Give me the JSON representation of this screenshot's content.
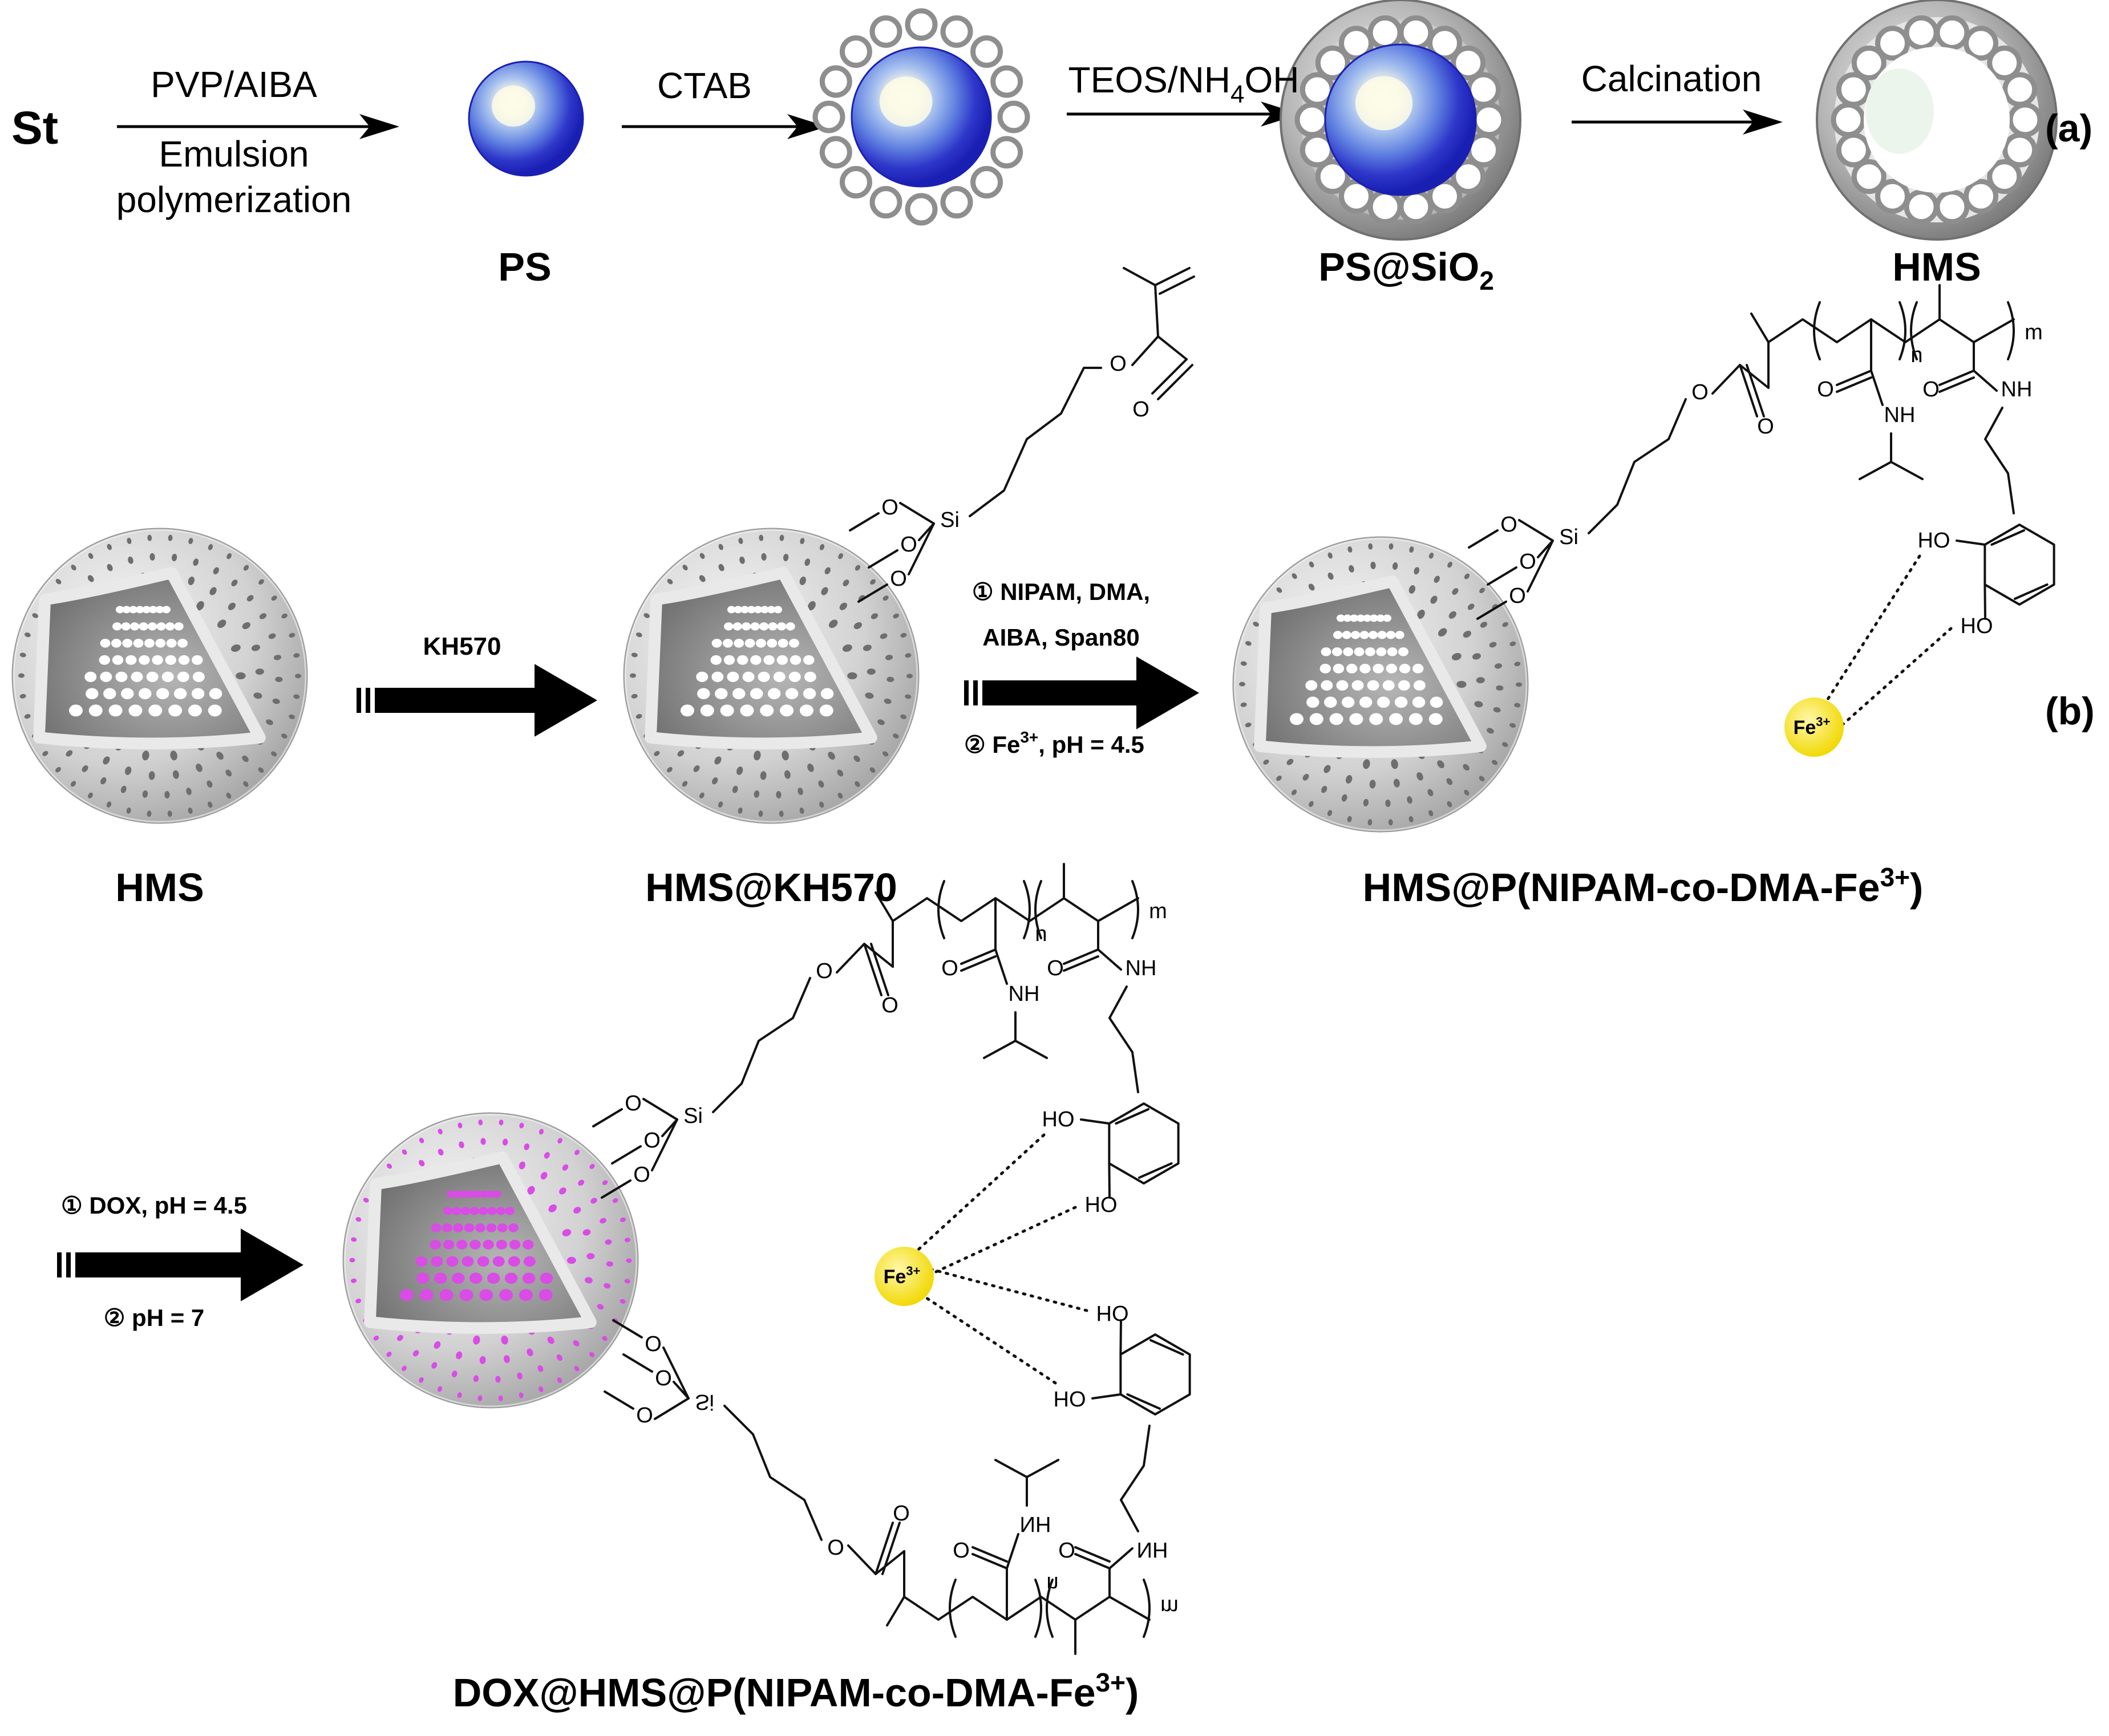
{
  "row_a": {
    "start": "St",
    "step1_top": "PVP/AIBA",
    "step1_bottom_line1": "Emulsion",
    "step1_bottom_line2": "polymerization",
    "ps_label": "PS",
    "step2_top": "CTAB",
    "step3_top": "TEOS/NH",
    "step3_sub": "4",
    "step3_tail": "OH",
    "ps_sio2_label": "PS@SiO",
    "ps_sio2_sub": "2",
    "step4_top": "Calcination",
    "hms_label": "HMS",
    "panel_label": "(a)"
  },
  "row_b": {
    "hms_label": "HMS",
    "kh570_reagent": "KH570",
    "hms_kh570_label": "HMS@KH570",
    "step_line1": "① NIPAM, DMA,",
    "step_line2": "AIBA, Span80",
    "step_line3": "② Fe",
    "step_line3_sup": "3+",
    "step_line3_tail": ",   pH = 4.5",
    "product_label": "HMS@P(NIPAM-co-DMA-Fe",
    "product_sup": "3+",
    "product_tail": ")",
    "panel_label": "(b)"
  },
  "row_c": {
    "step_line1": "① DOX, pH = 4.5",
    "step_line2": "② pH = 7",
    "product_label": "DOX@HMS@P(NIPAM-co-DMA-Fe",
    "product_sup": "3+",
    "product_tail": ")"
  },
  "chem": {
    "O": "O",
    "Si": "Si",
    "NH": "NH",
    "HO": "HO",
    "n": "n",
    "m": "m",
    "fe": "Fe",
    "fe_sup": "3+"
  },
  "colors": {
    "ps_core_dark": "#1a1fb4",
    "ps_core_light": "#a9c3ef",
    "silica_gray": "#8e8e8e",
    "shell_gray": "#c9c9c9",
    "fe_yellow": "#f7e21a",
    "dox_magenta": "#d94ce6"
  }
}
